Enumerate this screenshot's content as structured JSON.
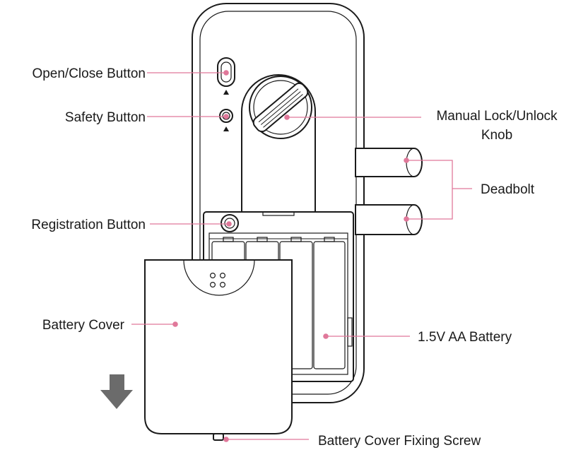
{
  "colors": {
    "leader": "#e0789a",
    "ink": "#1a1a1a",
    "arrow": "#6b6b6b"
  },
  "labels": {
    "open_close": "Open/Close Button",
    "safety": "Safety Button",
    "registration": "Registration Button",
    "battery_cover": "Battery Cover",
    "manual_knob_line1": "Manual Lock/Unlock",
    "manual_knob_line2": "Knob",
    "deadbolt": "Deadbolt",
    "battery": "1.5V AA Battery",
    "fixing_screw": "Battery Cover Fixing Screw"
  },
  "icons": {
    "removal_direction": "down-arrow-icon",
    "button_marker": "triangle-up-icon"
  }
}
